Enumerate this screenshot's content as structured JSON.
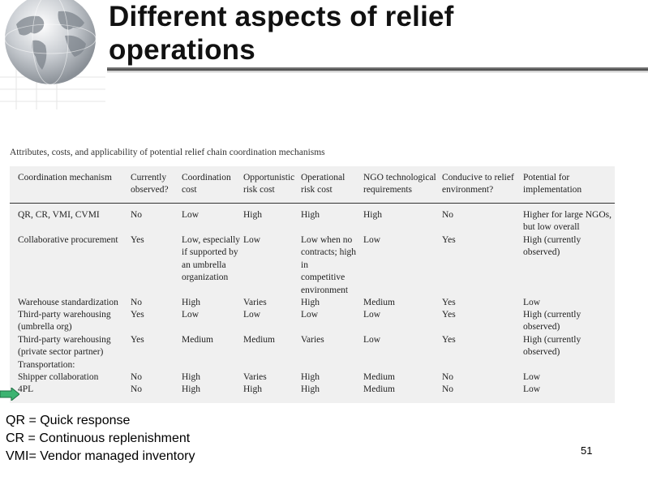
{
  "slide": {
    "title_line1": "Different aspects of relief",
    "title_line2": "operations",
    "page_number": "51"
  },
  "table": {
    "caption": "Attributes, costs, and applicability of potential relief chain coordination mechanisms",
    "headers": [
      "Coordination mechanism",
      "Currently\nobserved?",
      "Coordination\ncost",
      "Opportunistic\nrisk cost",
      "Operational\nrisk cost",
      "NGO technological\nrequirements",
      "Conducive to relief\nenvironment?",
      "Potential for\nimplementation"
    ],
    "rows": [
      [
        "QR, CR, VMI, CVMI",
        "No",
        "Low",
        "High",
        "High",
        "High",
        "No",
        "Higher for large NGOs,\nbut low overall"
      ],
      [
        "Collaborative procurement",
        "Yes",
        "Low, especially\nif supported by\nan umbrella\norganization",
        "Low",
        "Low when no\ncontracts; high\nin\ncompetitive\nenvironment",
        "Low",
        "Yes",
        "High (currently\nobserved)"
      ],
      [
        "Warehouse standardization",
        "No",
        "High",
        "Varies",
        "High",
        "Medium",
        "Yes",
        "Low"
      ],
      [
        "Third-party warehousing\n  (umbrella org)",
        "Yes",
        "Low",
        "Low",
        "Low",
        "Low",
        "Yes",
        "High (currently\nobserved)"
      ],
      [
        "Third-party warehousing\n  (private sector partner)",
        "Yes",
        "Medium",
        "Medium",
        "Varies",
        "Low",
        "Yes",
        "High (currently\nobserved)"
      ],
      [
        "Transportation:",
        "",
        "",
        "",
        "",
        "",
        "",
        ""
      ],
      [
        "Shipper collaboration",
        "No",
        "High",
        "Varies",
        "High",
        "Medium",
        "No",
        "Low"
      ],
      [
        "4PL",
        "No",
        "High",
        "High",
        "High",
        "Medium",
        "No",
        "Low"
      ]
    ]
  },
  "footnotes": [
    "QR = Quick response",
    "CR = Continuous replenishment",
    "VMI= Vendor managed inventory"
  ],
  "colors": {
    "title_rule": "#3c3c3c",
    "table_background": "#f0f0f0",
    "arrow_fill": "#3cb371"
  },
  "icons": {
    "globe": "globe-icon",
    "nav_arrow": "arrow-right-icon"
  }
}
